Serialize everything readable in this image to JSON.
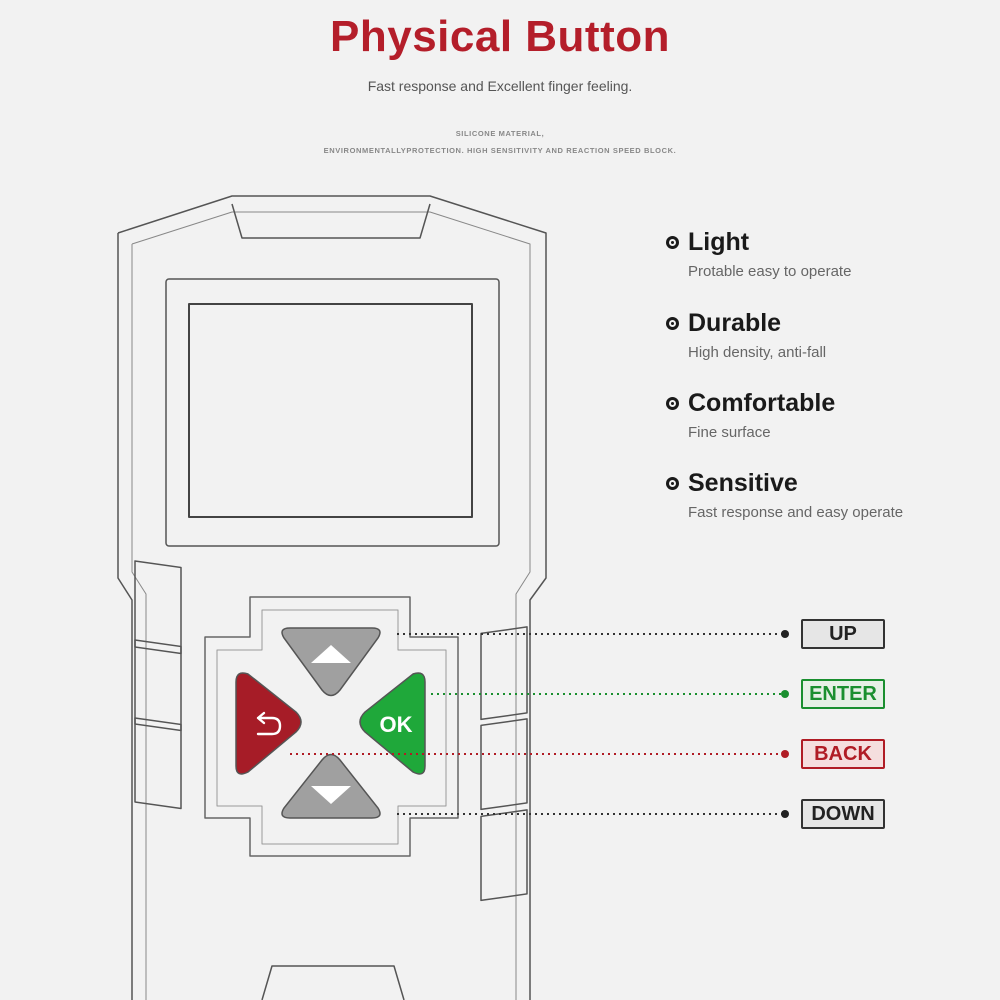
{
  "header": {
    "title": "Physical Button",
    "subtitle": "Fast response and Excellent finger feeling.",
    "note_line1": "SILICONE MATERIAL,",
    "note_line2": "ENVIRONMENTALLYPROTECTION. HIGH SENSITIVITY AND REACTION SPEED BLOCK."
  },
  "features": [
    {
      "title": "Light",
      "description": "Protable easy to operate"
    },
    {
      "title": "Durable",
      "description": "High density, anti-fall"
    },
    {
      "title": "Comfortable",
      "description": "Fine surface"
    },
    {
      "title": "Sensitive",
      "description": "Fast response and easy operate"
    }
  ],
  "buttons": {
    "ok_label": "OK",
    "up_tag": "UP",
    "enter_tag": "ENTER",
    "back_tag": "BACK",
    "down_tag": "DOWN"
  },
  "icons": {
    "up": "up-arrow-icon",
    "down": "down-arrow-icon",
    "back": "return-arrow-icon"
  },
  "colors": {
    "title": "#b41e2a",
    "ok_button": "#1fa83a",
    "back_button": "#a61c27",
    "arrow_button": "#a0a0a0",
    "enter_line": "#1a8f2f",
    "back_line": "#b01c25",
    "neutral_line": "#333333"
  }
}
